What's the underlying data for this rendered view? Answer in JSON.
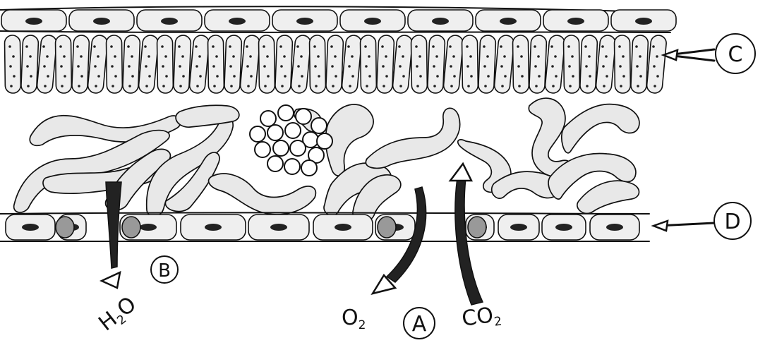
{
  "labels": {
    "a": "A",
    "b": "B",
    "c": "C",
    "d": "D"
  },
  "chemicals": {
    "h2o": {
      "main": "H",
      "sub": "2",
      "tail": "O"
    },
    "o2": {
      "main": "O",
      "sub": "2"
    },
    "co2": {
      "main": "CO",
      "sub": "2"
    }
  }
}
